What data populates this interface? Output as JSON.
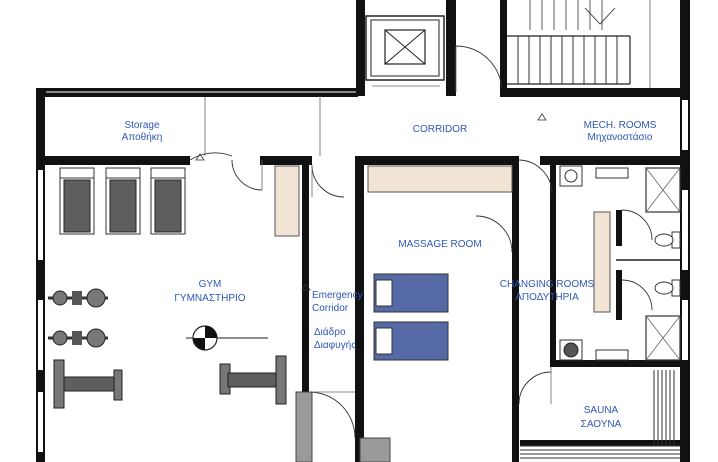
{
  "rooms": {
    "storage": {
      "en": "Storage",
      "gr": "Αποθήκη"
    },
    "corridor": {
      "en": "CORRIDOR"
    },
    "mech": {
      "en": "MECH. ROOMS",
      "gr": "Μηχανοστάσιο"
    },
    "gym": {
      "en": "GYM",
      "gr": "ΓΥΜΝΑΣΤΗΡΙΟ"
    },
    "emergency": {
      "en1": "Emergency",
      "en2": "Corridor",
      "gr1": "Διάδρο",
      "gr2": "Διαφυγής"
    },
    "massage": {
      "en": "MASSAGE ROOM"
    },
    "changing": {
      "en": "CHANGING ROOMS",
      "gr": "ΑΠΟΔΥΤΗΡΙΑ"
    },
    "sauna": {
      "en": "SAUNA",
      "gr": "ΣΑΟΥΝΑ"
    }
  },
  "colors": {
    "label": "#2f56b8",
    "wall": "#111111",
    "bench": "#f1e4d4",
    "bed": "#556aa5",
    "equipment": "#5e5e5e"
  },
  "icons": [
    "elevator-icon",
    "stairs-icon",
    "treadmill-icon",
    "exercise-bike-icon",
    "weight-bench-icon",
    "section-marker-icon",
    "massage-bed-icon",
    "toilet-icon",
    "shower-icon",
    "sink-icon",
    "floor-drain-icon"
  ]
}
